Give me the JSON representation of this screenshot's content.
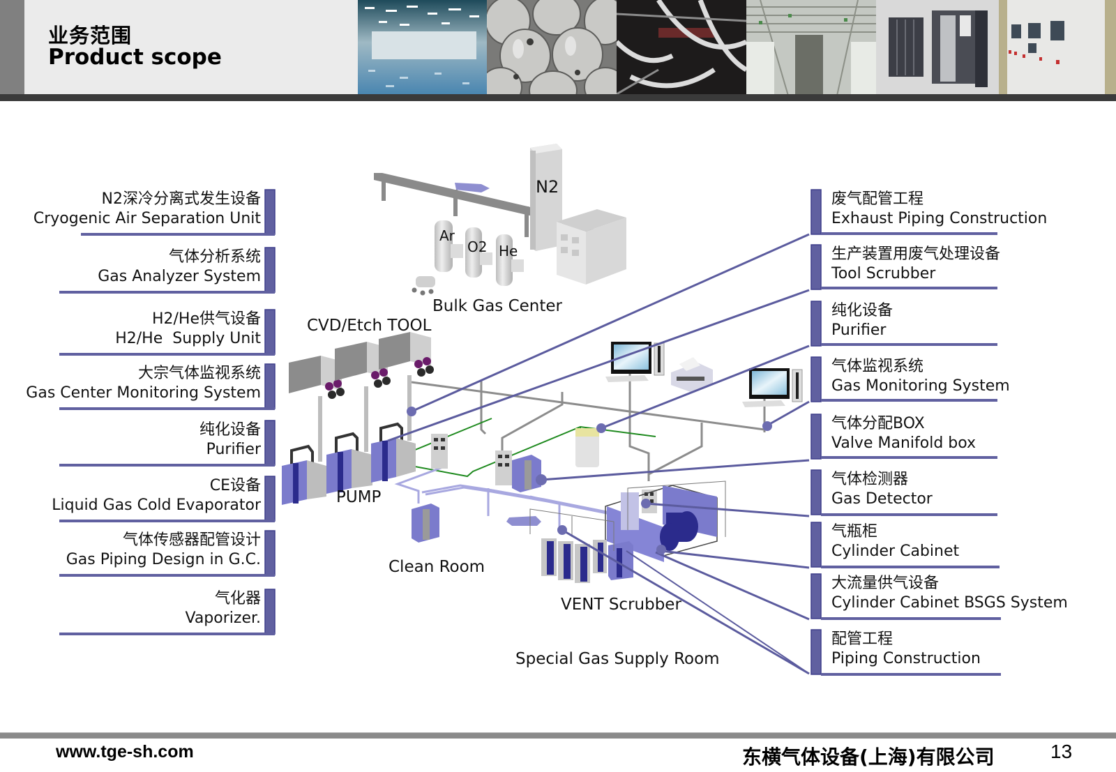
{
  "header": {
    "title_cn": "业务范围",
    "title_en": "Product scope",
    "photos": [
      {
        "name": "clean-room-photo",
        "subject": "Clean room"
      },
      {
        "name": "gas-cylinders-photo",
        "subject": "Gas cylinders"
      },
      {
        "name": "piping-photo",
        "subject": "Piping"
      },
      {
        "name": "ceiling-piping-photo",
        "subject": "Ceiling piping corridor"
      },
      {
        "name": "gas-cabinets-photo",
        "subject": "Gas cabinets"
      },
      {
        "name": "control-panels-photo",
        "subject": "Control panels"
      }
    ]
  },
  "left_labels": [
    {
      "cn": "N2深冷分离式发生设备",
      "en": "Cryogenic Air Separation Unit"
    },
    {
      "cn": "气体分析系统",
      "en": "Gas Analyzer System"
    },
    {
      "cn": "H2/He供气设备",
      "en": "H2/He  Supply Unit"
    },
    {
      "cn": "大宗气体监视系统",
      "en": "Gas Center Monitoring System"
    },
    {
      "cn": "纯化设备",
      "en": "Purifier"
    },
    {
      "cn": "CE设备",
      "en": "Liquid Gas Cold Evaporator"
    },
    {
      "cn": "气体传感器配管设计",
      "en": "Gas Piping Design in G.C."
    },
    {
      "cn": "气化器",
      "en": "Vaporizer."
    }
  ],
  "right_labels": [
    {
      "cn": "废气配管工程",
      "en": "Exhaust Piping Construction"
    },
    {
      "cn": "生产装置用废气处理设备",
      "en": "Tool Scrubber"
    },
    {
      "cn": "纯化设备",
      "en": "Purifier"
    },
    {
      "cn": "气体监视系统",
      "en": "Gas Monitoring System"
    },
    {
      "cn": "气体分配BOX",
      "en": "Valve Manifold box"
    },
    {
      "cn": "气体检测器",
      "en": "Gas Detector"
    },
    {
      "cn": "气瓶柜",
      "en": "Cylinder Cabinet"
    },
    {
      "cn": "大流量供气设备",
      "en": "Cylinder Cabinet BSGS System"
    },
    {
      "cn": "配管工程",
      "en": "Piping Construction"
    }
  ],
  "scene": {
    "n2": "N2",
    "ar": "Ar",
    "o2": "O2",
    "he": "He",
    "bulk_gas_center": "Bulk Gas Center",
    "cvd_etch_tool": "CVD/Etch TOOL",
    "pump": "PUMP",
    "clean_room": "Clean Room",
    "vent_scrubber": "VENT Scrubber",
    "special_gas_supply_room": "Special Gas Supply Room"
  },
  "colors": {
    "accent_purple": "#5b5b9e",
    "equipment_blue": "#7b7bcc",
    "equipment_dark": "#2b2b8c",
    "pipe_green": "#1f8a1f",
    "pipe_gray": "#8c8c8c",
    "header_dark": "#3a3a3a"
  },
  "footer": {
    "url": "www.tge-sh.com",
    "company": "东横气体设备(上海)有限公司",
    "page_number": "13"
  }
}
